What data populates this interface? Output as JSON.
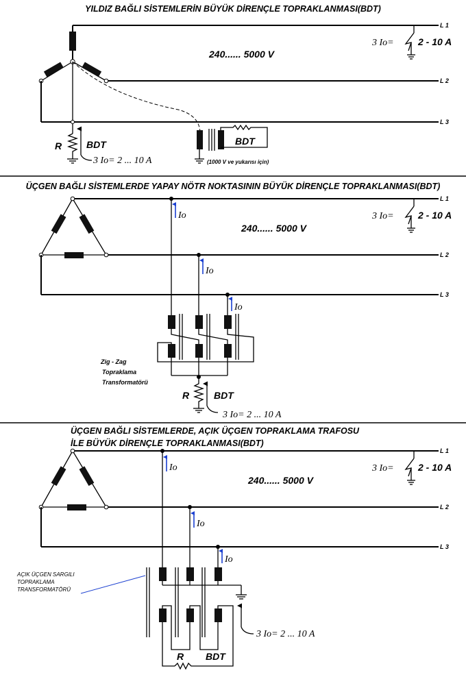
{
  "section1": {
    "title": "YILDIZ BAĞLI SİSTEMLERİN BÜYÜK DİRENÇLE TOPRAKLANMASI(BDT)",
    "lines": [
      "L 1",
      "L 2",
      "L 3"
    ],
    "voltage": "240...... 5000 V",
    "fault_current": "3 Io=",
    "fault_range": "2 - 10 A",
    "resistor": "R",
    "bdt": "BDT",
    "ground_current": "3 Io= 2 ... 10 A",
    "transformer_bdt": "BDT",
    "note": "(1000 V ve yukarısı için)"
  },
  "section2": {
    "title": "ÜÇGEN BAĞLI SİSTEMLERDE YAPAY NÖTR NOKTASININ BÜYÜK DİRENÇLE TOPRAKLANMASI(BDT)",
    "lines": [
      "L 1",
      "L 2",
      "L 3"
    ],
    "voltage": "240...... 5000 V",
    "fault_current": "3 Io=",
    "fault_range": "2 - 10 A",
    "io_labels": [
      "Io",
      "Io",
      "Io"
    ],
    "zigzag_label": [
      "Zig - Zag",
      "Topraklama",
      "Transformatörü"
    ],
    "resistor": "R",
    "bdt": "BDT",
    "ground_current": "3 Io= 2 ... 10 A"
  },
  "section3": {
    "title_line1": "ÜÇGEN BAĞLI SİSTEMLERDE, AÇIK  ÜÇGEN TOPRAKLAMA TRAFOSU",
    "title_line2": "İLE BÜYÜK DİRENÇLE TOPRAKLANMASI(BDT)",
    "lines": [
      "L 1",
      "L 2",
      "L 3"
    ],
    "voltage": "240...... 5000 V",
    "fault_current": "3 Io=",
    "fault_range": "2 - 10 A",
    "io_labels": [
      "Io",
      "Io",
      "Io"
    ],
    "open_delta_label": [
      "AÇIK ÜÇGEN SARGILI",
      "TOPRAKLAMA",
      "TRANSFORMATÖRÜ"
    ],
    "ground_current": "3 Io= 2 ... 10 A",
    "resistor": "R",
    "bdt": "BDT"
  }
}
